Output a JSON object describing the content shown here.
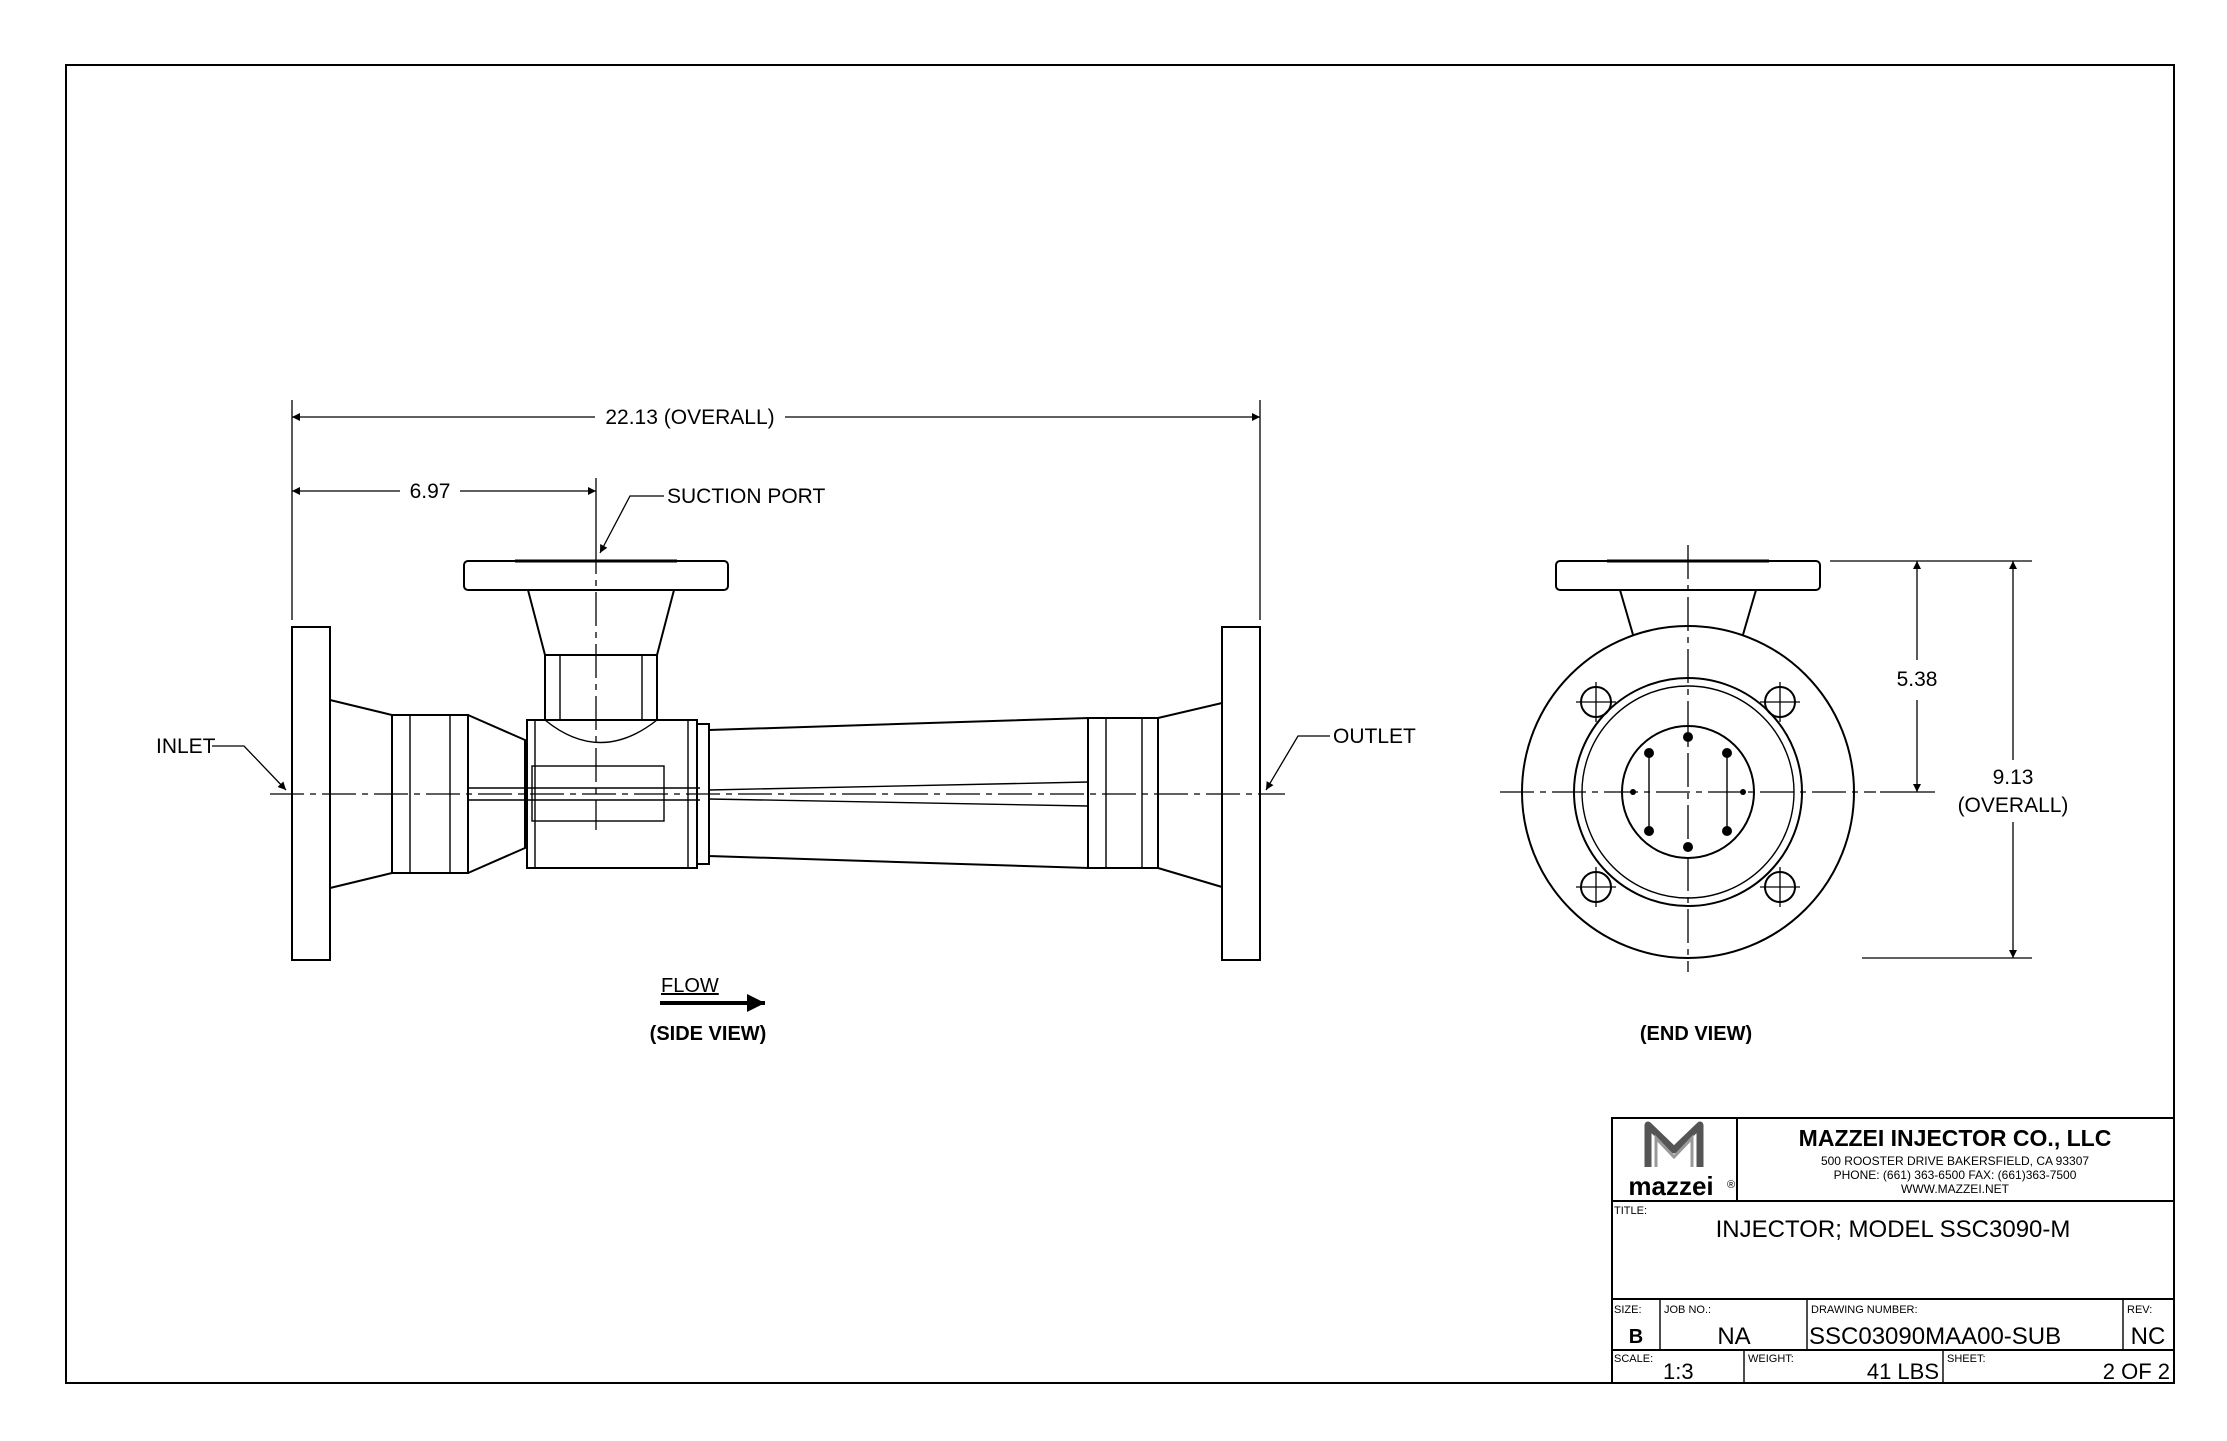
{
  "side_view": {
    "caption": "(SIDE VIEW)",
    "dim_overall": "22.13 (OVERALL)",
    "dim_suction": "6.97",
    "label_suction": "SUCTION PORT",
    "label_inlet": "INLET",
    "label_outlet": "OUTLET",
    "label_flow": "FLOW"
  },
  "end_view": {
    "caption": "(END VIEW)",
    "dim_center": "5.38",
    "dim_overall_value": "9.13",
    "dim_overall_label": "(OVERALL)"
  },
  "title_block": {
    "logo_text": "mazzei",
    "logo_reg": "®",
    "company": "MAZZEI INJECTOR CO., LLC",
    "address": "500 ROOSTER DRIVE BAKERSFIELD, CA 93307",
    "phone": "PHONE: (661) 363-6500  FAX: (661)363-7500",
    "web": "WWW.MAZZEI.NET",
    "title_label": "TITLE:",
    "title_value": "INJECTOR; MODEL SSC3090-M",
    "size_label": "SIZE:",
    "size_value": "B",
    "job_label": "JOB NO.:",
    "job_value": "NA",
    "drawing_label": "DRAWING NUMBER:",
    "drawing_value": "SSC03090MAA00-SUB",
    "rev_label": "REV:",
    "rev_value": "NC",
    "scale_label": "SCALE:",
    "scale_value": "1:3",
    "weight_label": "WEIGHT:",
    "weight_value": "41 LBS",
    "sheet_label": "SHEET:",
    "sheet_value": "2 OF 2"
  }
}
